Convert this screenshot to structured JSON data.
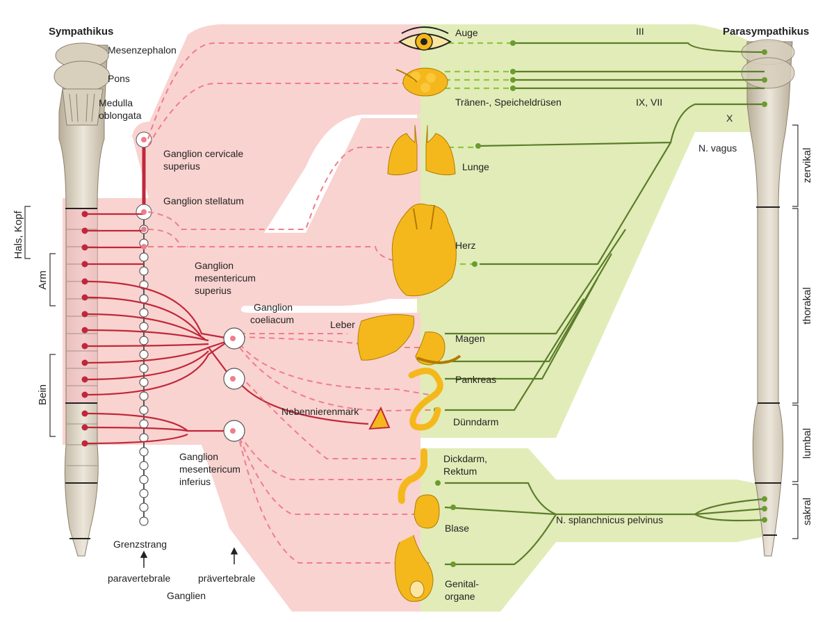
{
  "header": {
    "left_title": "Sympathikus",
    "right_title": "Parasympathikus"
  },
  "brain": {
    "mesenzephalon": "Mesenzephalon",
    "pons": "Pons",
    "medulla_1": "Medulla",
    "medulla_2": "oblongata"
  },
  "ganglia": {
    "cervicale_1": "Ganglion cervicale",
    "cervicale_2": "superius",
    "stellatum": "Ganglion stellatum",
    "mes_sup_1": "Ganglion",
    "mes_sup_2": "mesentericum",
    "mes_sup_3": "superius",
    "coeliacum_1": "Ganglion",
    "coeliacum_2": "coeliacum",
    "mes_inf_1": "Ganglion",
    "mes_inf_2": "mesentericum",
    "mes_inf_3": "inferius"
  },
  "organs": {
    "auge": "Auge",
    "druesen": "Tränen-, Speicheldrüsen",
    "lunge": "Lunge",
    "herz": "Herz",
    "leber": "Leber",
    "magen": "Magen",
    "pankreas": "Pankreas",
    "nebenniere": "Nebennierenmark",
    "duenndarm": "Dünndarm",
    "dickdarm_1": "Dickdarm,",
    "dickdarm_2": "Rektum",
    "blase": "Blase",
    "genital_1": "Genital-",
    "genital_2": "organe"
  },
  "nerves": {
    "iii": "III",
    "ix_vii": "IX, VII",
    "x": "X",
    "vagus": "N. vagus",
    "splanchnicus": "N. splanchnicus pelvinus"
  },
  "regions_left": {
    "hals_kopf": "Hals, Kopf",
    "arm": "Arm",
    "bein": "Bein"
  },
  "regions_right": {
    "zervikal": "zervikal",
    "thorakal": "thorakal",
    "lumbal": "lumbal",
    "sakral": "sakral"
  },
  "footer": {
    "grenzstrang": "Grenzstrang",
    "paravertebrale": "paravertebrale",
    "praevertebrale": "prävertebrale",
    "ganglien": "Ganglien"
  },
  "colors": {
    "sympathetic": "#c0273a",
    "sympathetic_bg": "#f9d3d0",
    "parasympathetic": "#5a7d2a",
    "parasympathetic_bg": "#e2ecb8",
    "organ": "#f5b81c",
    "spine": "#ddd5c4"
  }
}
